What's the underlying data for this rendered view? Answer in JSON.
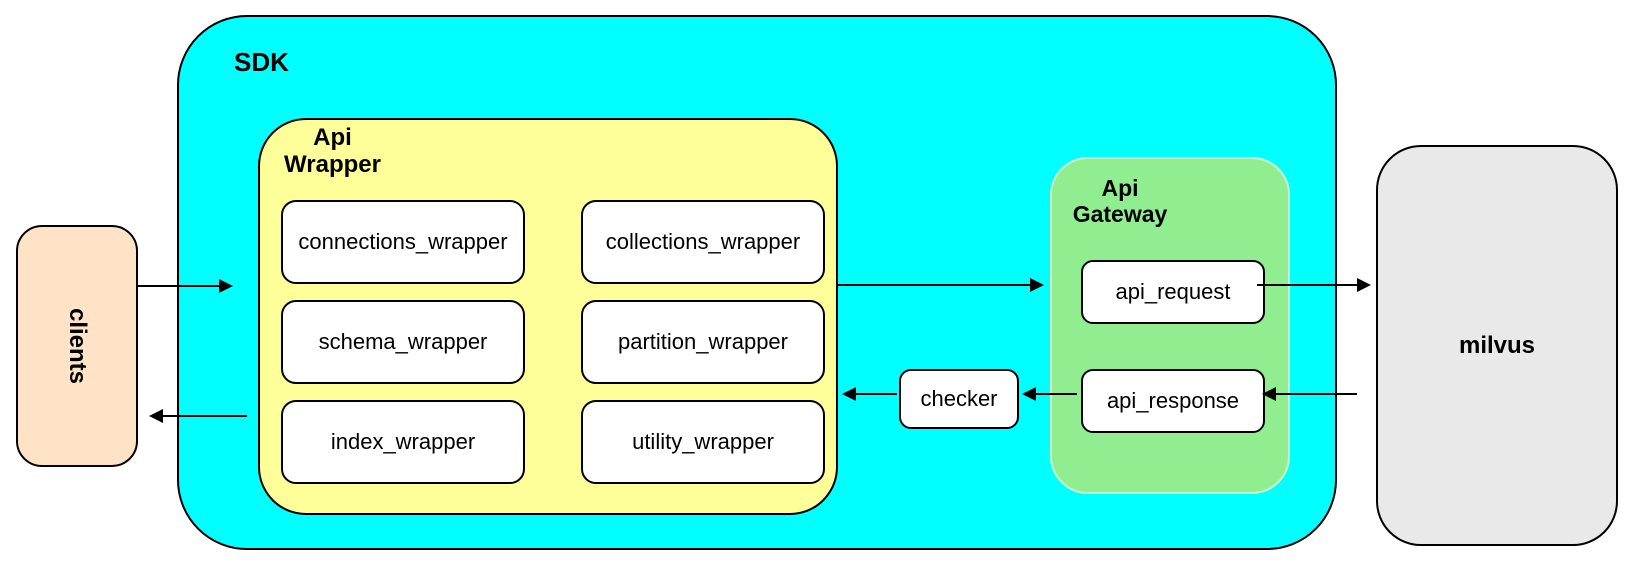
{
  "diagram": {
    "clients": {
      "label": "clients"
    },
    "sdk": {
      "label": "SDK",
      "api_wrapper": {
        "label_line1": "Api",
        "label_line2": "Wrapper",
        "boxes": [
          "connections_wrapper",
          "collections_wrapper",
          "schema_wrapper",
          "partition_wrapper",
          "index_wrapper",
          "utility_wrapper"
        ]
      },
      "checker": {
        "label": "checker"
      },
      "api_gateway": {
        "label_line1": "Api",
        "label_line2": "Gateway",
        "request_label": "api_request",
        "response_label": "api_response"
      }
    },
    "milvus": {
      "label": "milvus"
    },
    "colors": {
      "sdk_fill": "#00ffff",
      "api_wrapper_fill": "#ffff99",
      "api_gateway_fill": "#90ee90",
      "clients_fill": "#ffe3c6",
      "milvus_fill": "#e9e9e9",
      "node_fill": "#ffffff",
      "stroke": "#000000"
    }
  }
}
